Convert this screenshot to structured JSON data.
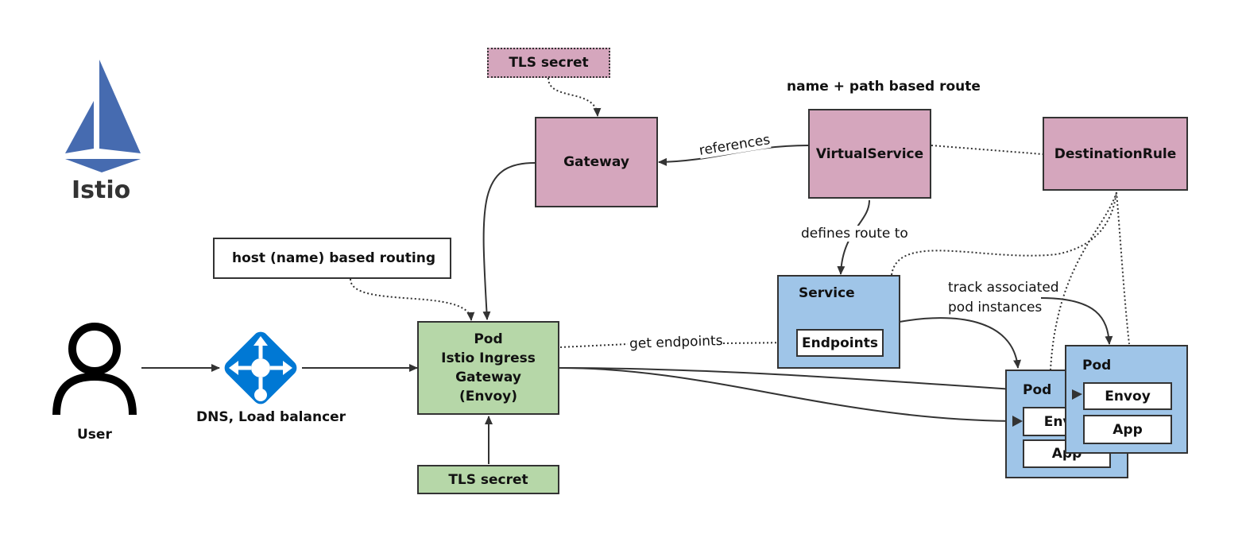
{
  "logo": {
    "name": "Istio"
  },
  "nodes": {
    "tls_secret_top": "TLS secret",
    "gateway": "Gateway",
    "virtual_service": "VirtualService",
    "destination_rule": "DestinationRule",
    "host_routing": "host (name) based routing",
    "user": "User",
    "dns_lb": "DNS, Load balancer",
    "ingress_pod": "Pod\nIstio Ingress\nGateway\n(Envoy)",
    "tls_secret_bottom": "TLS secret",
    "service": "Service",
    "endpoints": "Endpoints",
    "pod1": {
      "title": "Pod",
      "envoy": "Envoy",
      "app": "App"
    },
    "pod2": {
      "title": "Pod",
      "envoy": "Envoy",
      "app": "App"
    }
  },
  "edges": {
    "route_heading": "name + path based route",
    "references": "references",
    "defines_route": "defines route to",
    "get_endpoints": "get endpoints",
    "track_pods": "track associated\npod instances"
  },
  "colors": {
    "pink": "#d5a6bd",
    "green": "#b6d7a8",
    "blue": "#9fc5e8",
    "istio_blue": "#466bb0",
    "azure_blue": "#0078d4"
  }
}
